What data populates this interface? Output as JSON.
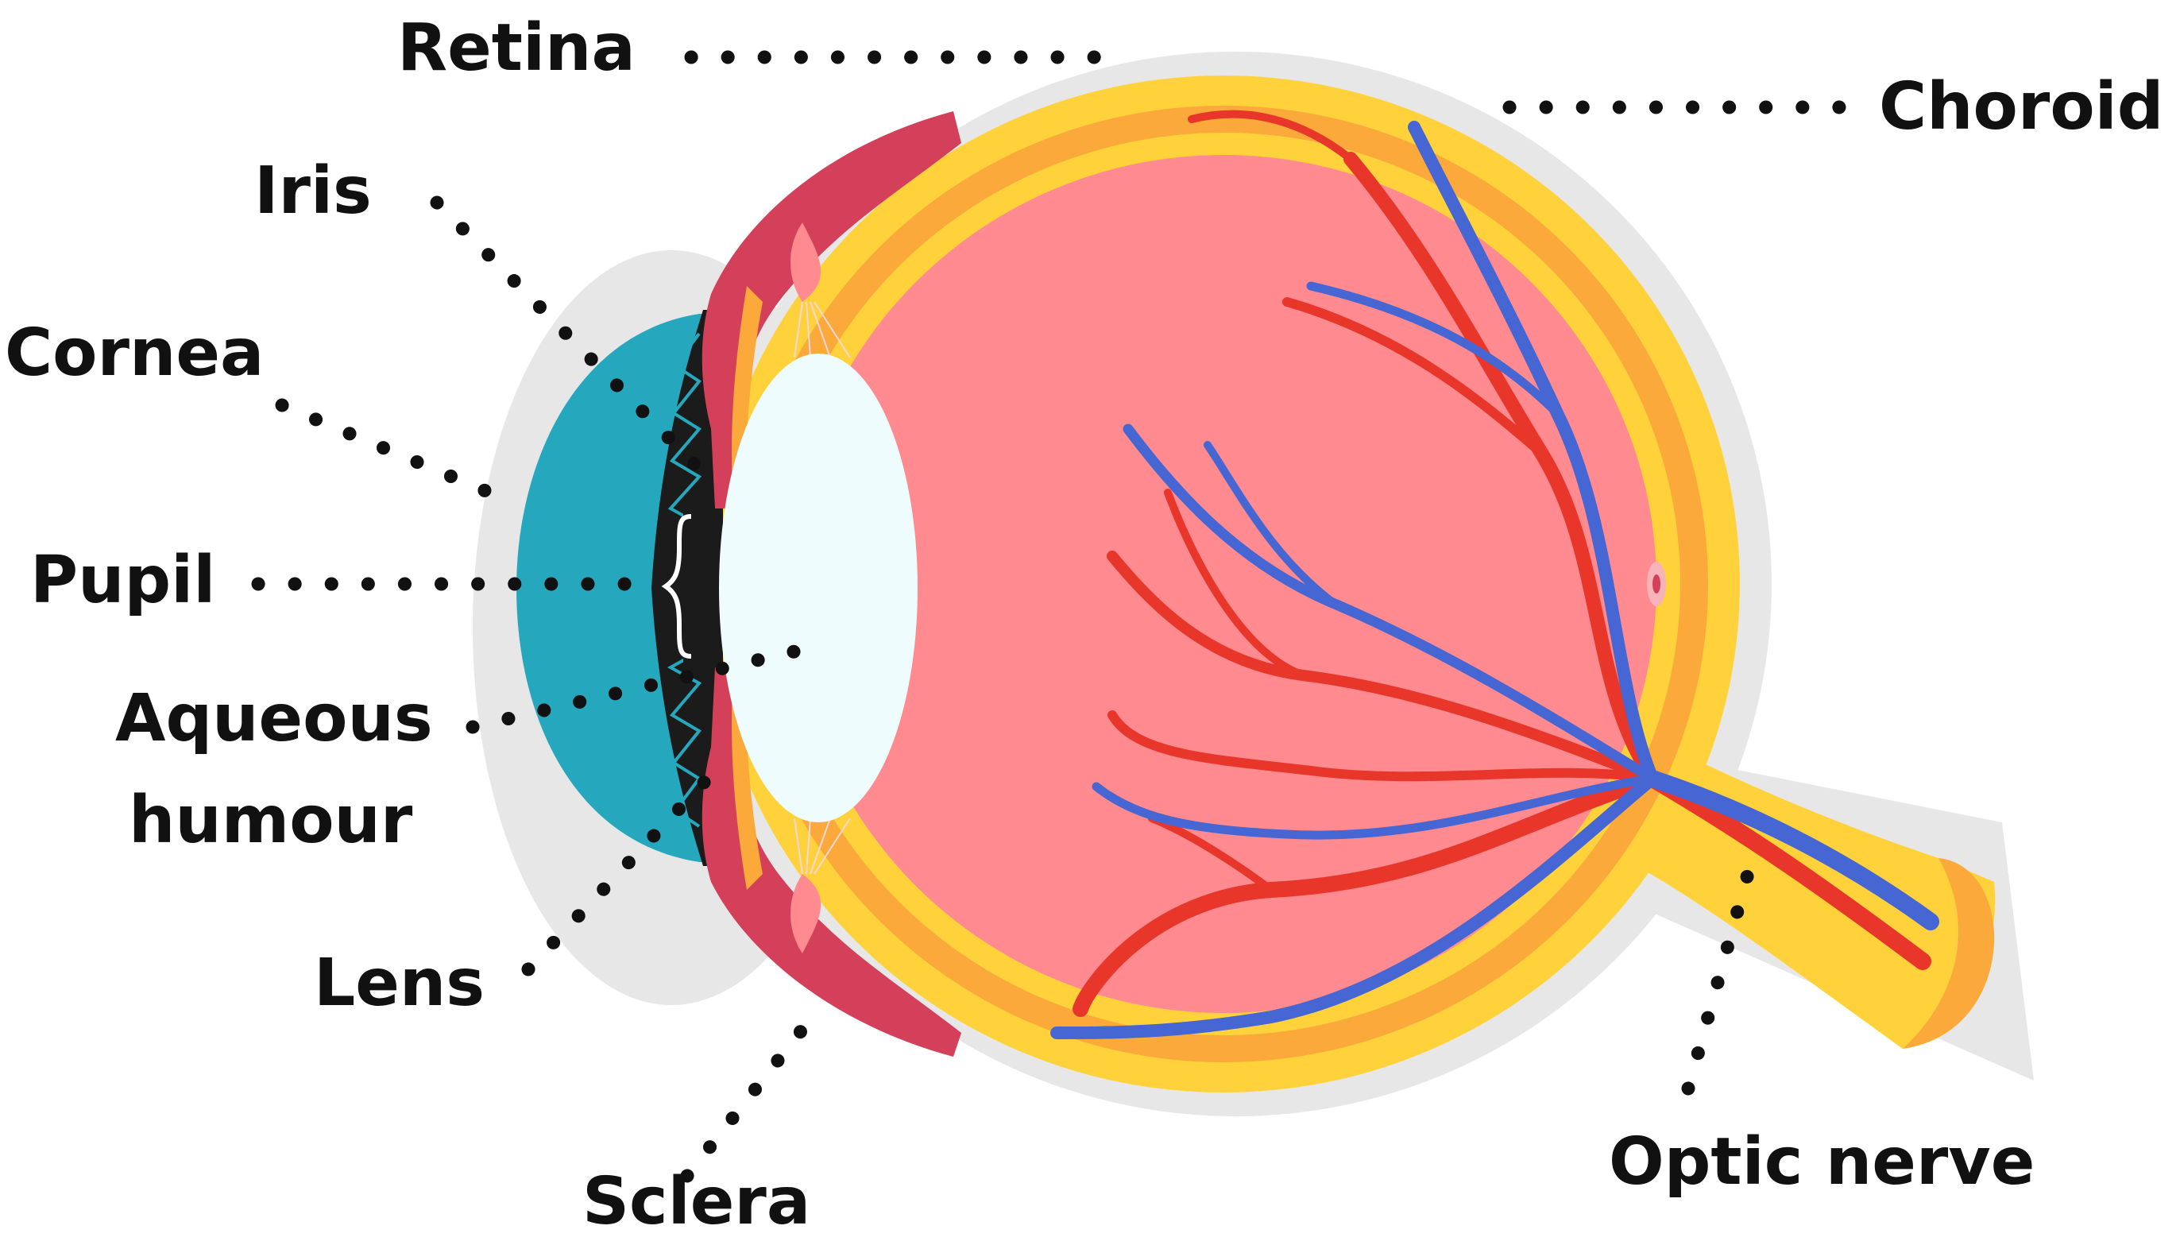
{
  "labels": {
    "retina": "Retina",
    "choroid": "Choroid",
    "iris": "Iris",
    "cornea": "Cornea",
    "pupil": "Pupil",
    "aqueous_humour_line1": "Aqueous",
    "aqueous_humour_line2": "humour",
    "lens": "Lens",
    "sclera": "Sclera",
    "optic_nerve": "Optic nerve"
  },
  "colors": {
    "outline": "#e7e7e7",
    "sclera": "#ffd23c",
    "choroid": "#fba93a",
    "vitreous": "#ff8a8f",
    "ciliary": "#d4405a",
    "cornea": "#25a8bd",
    "lens": "#eefcfd",
    "pupil": "#1b1b1b",
    "artery": "#e8362a",
    "vein": "#4566d3",
    "leader": "#111111"
  }
}
